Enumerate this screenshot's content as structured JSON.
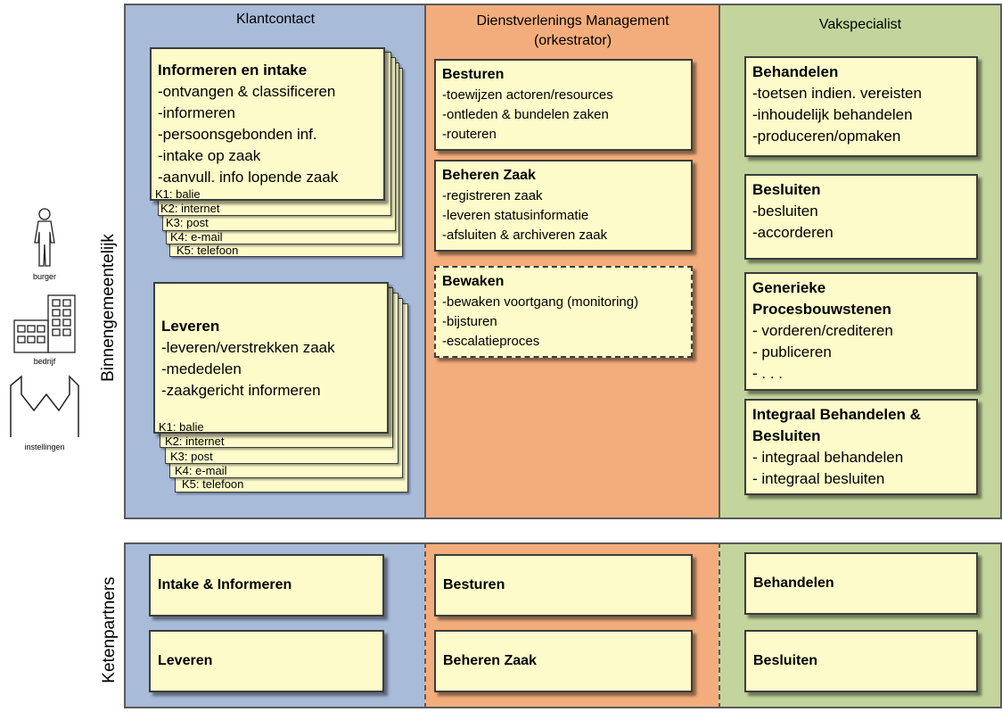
{
  "rows": {
    "top_label": "Binnengemeentelijk",
    "bottom_label": "Ketenpartners"
  },
  "actors": [
    {
      "label": "burger",
      "icon": "person-icon"
    },
    {
      "label": "bedrijf",
      "icon": "office-building-icon"
    },
    {
      "label": "instellingen",
      "icon": "institution-building-icon"
    }
  ],
  "columns": {
    "klantcontact": {
      "header": "Klantcontact",
      "informeren": {
        "title": "Informeren en intake",
        "items": [
          "-ontvangen & classificeren",
          "-informeren",
          "-persoonsgebonden inf.",
          "-intake op zaak",
          "-aanvull. info lopende zaak"
        ],
        "channels": [
          "K1: balie",
          "K2: internet",
          "K3: post",
          "K4: e-mail",
          "K5: telefoon"
        ]
      },
      "leveren": {
        "title": "Leveren",
        "items": [
          "-leveren/verstrekken zaak",
          "-mededelen",
          "-zaakgericht informeren"
        ],
        "channels": [
          "K1: balie",
          "K2: internet",
          "K3: post",
          "K4: e-mail",
          "K5: telefoon"
        ]
      }
    },
    "dienstverlening": {
      "header_line1": "Dienstverlenings Management",
      "header_line2": "(orkestrator)",
      "besturen": {
        "title": "Besturen",
        "items": [
          "-toewijzen actoren/resources",
          "-ontleden & bundelen zaken",
          "-routeren"
        ]
      },
      "beheren_zaak": {
        "title": "Beheren Zaak",
        "items": [
          "-registreren zaak",
          "-leveren statusinformatie",
          "-afsluiten & archiveren zaak"
        ]
      },
      "bewaken": {
        "title": "Bewaken",
        "items": [
          "-bewaken voortgang (monitoring)",
          "-bijsturen",
          "-escalatieproces"
        ]
      }
    },
    "vakspecialist": {
      "header": "Vakspecialist",
      "behandelen": {
        "title": "Behandelen",
        "items": [
          "-toetsen indien. vereisten",
          "-inhoudelijk behandelen",
          "-produceren/opmaken"
        ]
      },
      "besluiten": {
        "title": "Besluiten",
        "items": [
          "-besluiten",
          "-accorderen"
        ]
      },
      "generieke": {
        "title_line1": "Generieke",
        "title_line2": "Procesbouwstenen",
        "items": [
          "- vorderen/crediteren",
          "- publiceren",
          "- . . ."
        ]
      },
      "integraal": {
        "title_line1": "Integraal Behandelen &",
        "title_line2": "Besluiten",
        "items": [
          "- integraal behandelen",
          "- integraal besluiten"
        ]
      }
    }
  },
  "ketenpartners": {
    "klantcontact": [
      "Intake & Informeren",
      "Leveren"
    ],
    "dienstverlening": [
      "Besturen",
      "Beheren Zaak"
    ],
    "vakspecialist": [
      "Behandelen",
      "Besluiten"
    ]
  },
  "colors": {
    "klantcontact": "#a8bbd9",
    "dienstverlening": "#f3ad7c",
    "vakspecialist": "#c3d59c",
    "box": "#fdfbc9"
  }
}
